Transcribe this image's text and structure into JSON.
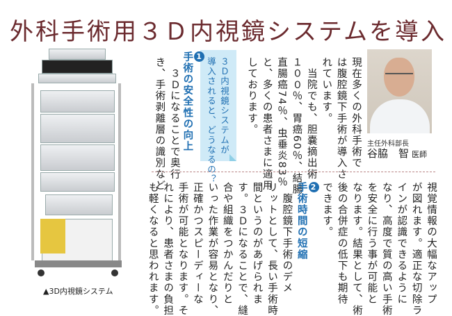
{
  "title": "外科手術用３Ｄ内視鏡システムを導入",
  "intro_lines": [
    "現在多くの外科手術で",
    "は腹腔鏡下手術が導入さ",
    "れています。",
    "　当院でも、胆嚢摘出術",
    "１００％、胃癌60％、結腸",
    "直腸癌74％、虫垂炎83％",
    "と、多くの患者さまに適用",
    "しております。"
  ],
  "callout_lines": [
    "３Ｄ内視鏡システムが",
    "導入されると、どうなるの？"
  ],
  "section1": {
    "number": "1",
    "heading": "手術の安全性の向上",
    "lines_top": [
      "　３Ｄになることで奥行",
      "き、手術剥離層の識別など"
    ],
    "lines_bottom": [
      "視覚情報の大幅なアップ",
      "が図れます。適正な切除ラ",
      "インが認識できるように",
      "なり、高度で質の高い手術",
      "を安全に行う事が可能と",
      "なります。結果として、術",
      "後の合併症の低下も期待",
      "できます。"
    ]
  },
  "section2": {
    "number": "2",
    "heading": "手術時間の短縮",
    "lines": [
      "　腹腔鏡下手術のデメ",
      "リットとして、長い手術時",
      "間というのがあげられま",
      "す。３Ｄになることで、縫",
      "合や組織をつかんだりと",
      "いった作業が容易となり、",
      "正確かつスピーディーな",
      "手術が可能となります。そ",
      "れにより、患者さまの負担",
      "も軽くなると思われます。"
    ]
  },
  "doctor": {
    "role": "主任外科部長",
    "name": "谷脇　智",
    "title_suffix": "医師"
  },
  "equipment_caption": "▲3D内視鏡システム",
  "colors": {
    "title": "#6b2a2e",
    "accent": "#1f6fb2",
    "callout_bg": "#cfeaf7"
  }
}
